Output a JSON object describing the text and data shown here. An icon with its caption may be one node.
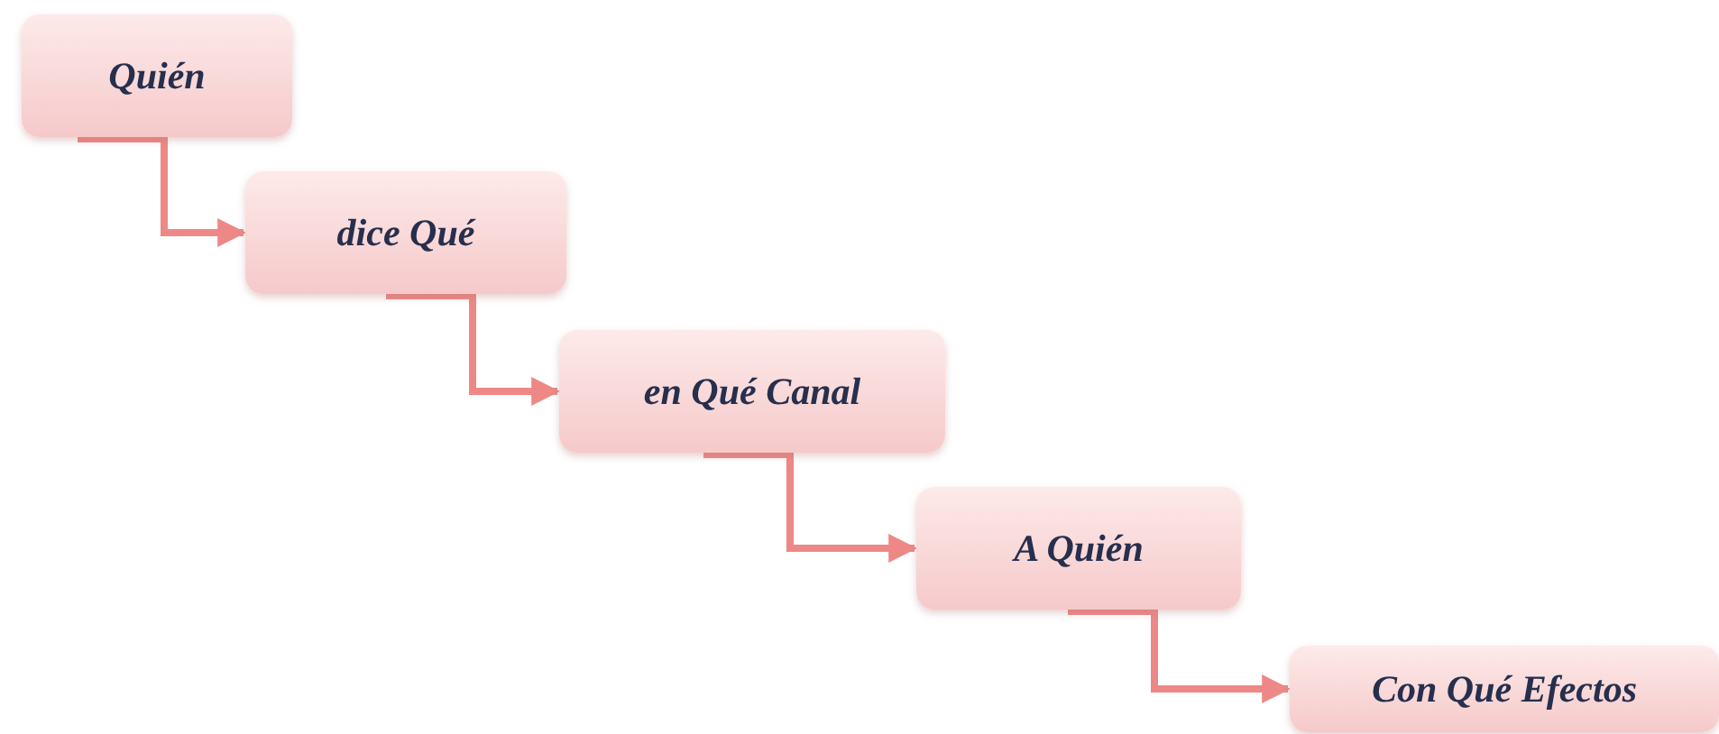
{
  "diagram": {
    "nodes": [
      {
        "text": [
          "Quién"
        ]
      },
      {
        "text": [
          "dice Qué"
        ]
      },
      {
        "text": [
          "en Qué Canal"
        ]
      },
      {
        "text": [
          "A Quién"
        ]
      },
      {
        "text": [
          "Con Qué Efectos"
        ]
      }
    ],
    "edges": [
      {
        "from": 0,
        "to": 1,
        "arrow": "to"
      },
      {
        "from": 1,
        "to": 2,
        "arrow": "to"
      },
      {
        "from": 2,
        "to": 3,
        "arrow": "to"
      },
      {
        "from": 3,
        "to": 4,
        "arrow": "to"
      }
    ]
  }
}
